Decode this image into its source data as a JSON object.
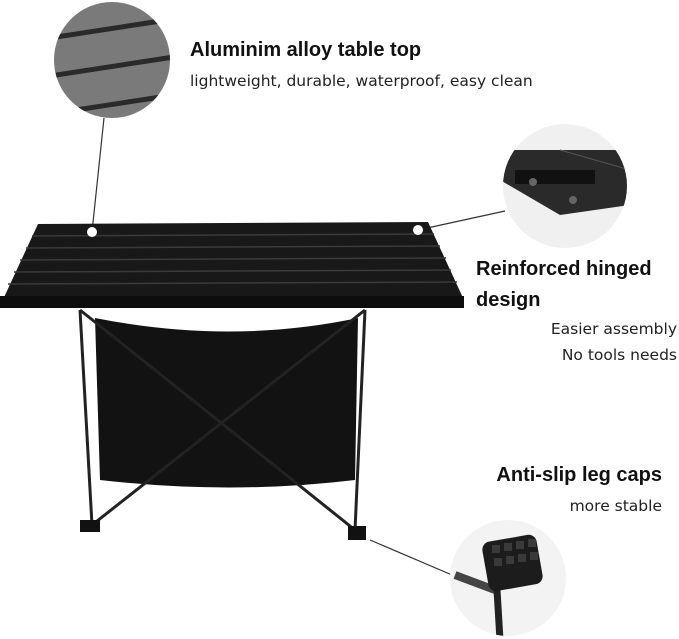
{
  "features": [
    {
      "title": "Aluminim alloy table top",
      "subtitle": "lightweight, durable, waterproof, easy clean",
      "icon": "table-top-closeup"
    },
    {
      "title_lines": [
        "Reinforced hinged",
        "design"
      ],
      "subtitle_lines": [
        "Easier assembly",
        "No tools needs"
      ],
      "icon": "hinge-closeup"
    },
    {
      "title": "Anti-slip leg caps",
      "subtitle": "more stable",
      "icon": "leg-cap-closeup"
    }
  ],
  "colors": {
    "table": "#161616",
    "circle_bg": "#7a7a7a",
    "text": "#111111"
  }
}
